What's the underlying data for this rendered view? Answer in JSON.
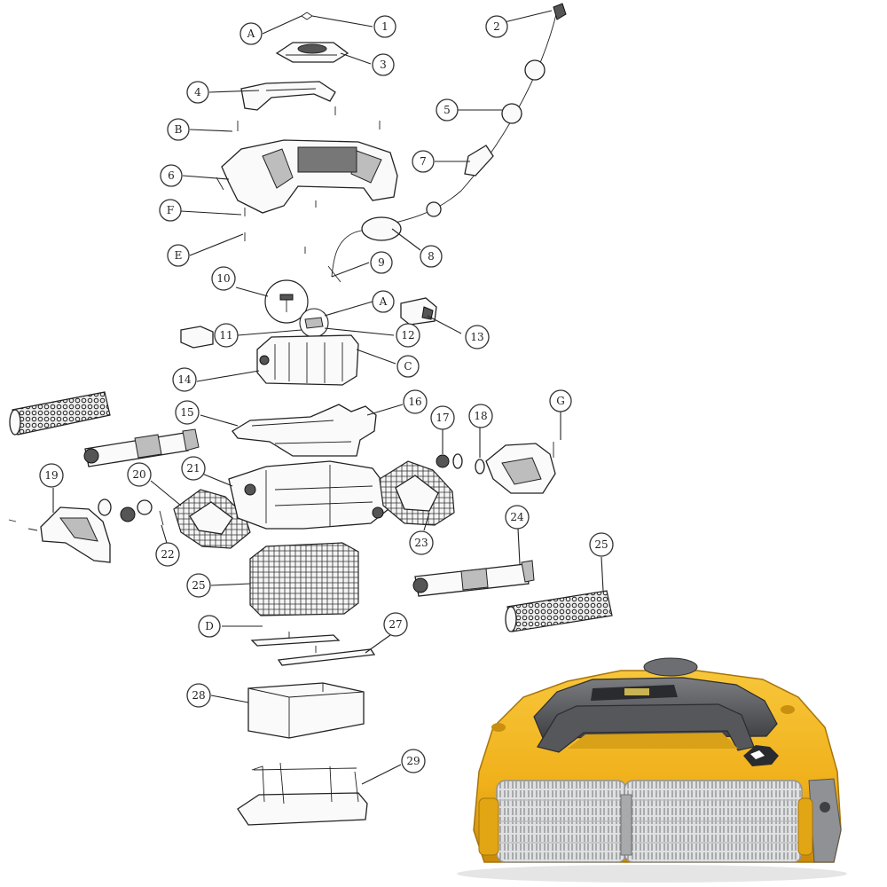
{
  "callouts": [
    {
      "id": "A_top",
      "label": "A"
    },
    {
      "id": "c1",
      "label": "1"
    },
    {
      "id": "c2",
      "label": "2"
    },
    {
      "id": "c3",
      "label": "3"
    },
    {
      "id": "c4",
      "label": "4"
    },
    {
      "id": "c5",
      "label": "5"
    },
    {
      "id": "B",
      "label": "B"
    },
    {
      "id": "c6",
      "label": "6"
    },
    {
      "id": "c7",
      "label": "7"
    },
    {
      "id": "F",
      "label": "F"
    },
    {
      "id": "E",
      "label": "E"
    },
    {
      "id": "c8",
      "label": "8"
    },
    {
      "id": "c9",
      "label": "9"
    },
    {
      "id": "c10",
      "label": "10"
    },
    {
      "id": "A_mid",
      "label": "A"
    },
    {
      "id": "c11",
      "label": "11"
    },
    {
      "id": "c12",
      "label": "12"
    },
    {
      "id": "c13",
      "label": "13"
    },
    {
      "id": "c14",
      "label": "14"
    },
    {
      "id": "C",
      "label": "C"
    },
    {
      "id": "c15",
      "label": "15"
    },
    {
      "id": "c16",
      "label": "16"
    },
    {
      "id": "c17",
      "label": "17"
    },
    {
      "id": "c18",
      "label": "18"
    },
    {
      "id": "G",
      "label": "G"
    },
    {
      "id": "c19",
      "label": "19"
    },
    {
      "id": "c20",
      "label": "20"
    },
    {
      "id": "c21",
      "label": "21"
    },
    {
      "id": "c22",
      "label": "22"
    },
    {
      "id": "c23",
      "label": "23"
    },
    {
      "id": "c24",
      "label": "24"
    },
    {
      "id": "c25a",
      "label": "25"
    },
    {
      "id": "c25b",
      "label": "25"
    },
    {
      "id": "D",
      "label": "D"
    },
    {
      "id": "c27",
      "label": "27"
    },
    {
      "id": "c28",
      "label": "28"
    },
    {
      "id": "c29",
      "label": "29"
    }
  ],
  "colors": {
    "robot_body": "#f2b51a",
    "robot_body_dark": "#d8960c",
    "robot_top": "#5a5c60",
    "robot_handle": "#4a4c50",
    "brush_grey": "#d9dadb",
    "line": "#222222"
  },
  "icons": {
    "photo": "pool-cleaner-robot-photo"
  }
}
